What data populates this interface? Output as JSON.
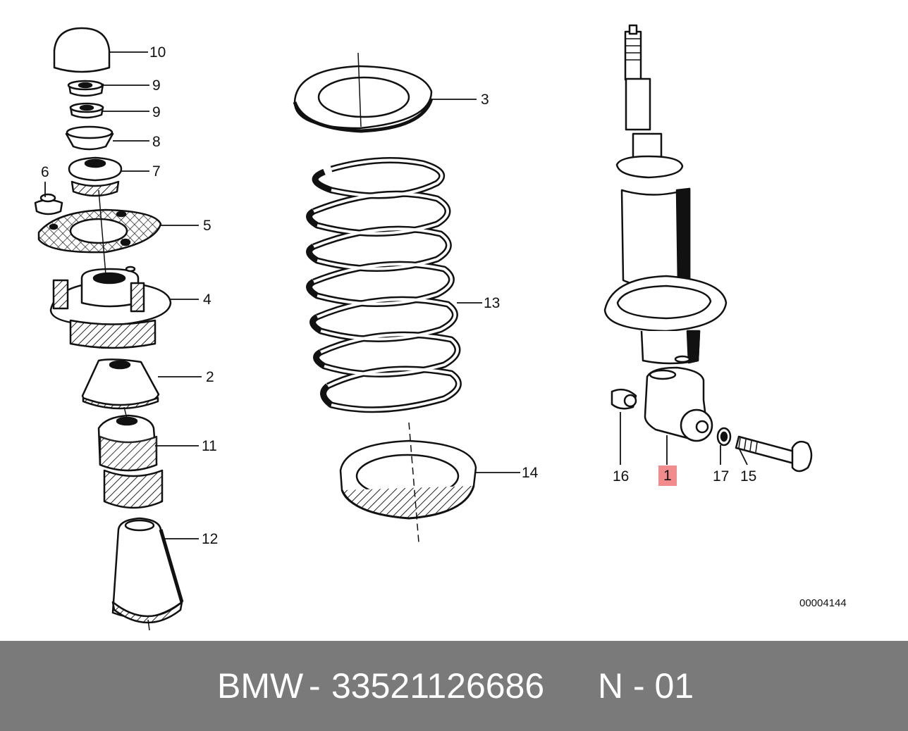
{
  "diagram": {
    "reference_code": "00004144",
    "callouts": [
      {
        "id": "10",
        "label": "10"
      },
      {
        "id": "9a",
        "label": "9"
      },
      {
        "id": "9b",
        "label": "9"
      },
      {
        "id": "8",
        "label": "8"
      },
      {
        "id": "6",
        "label": "6"
      },
      {
        "id": "7",
        "label": "7"
      },
      {
        "id": "5",
        "label": "5"
      },
      {
        "id": "4",
        "label": "4"
      },
      {
        "id": "2",
        "label": "2"
      },
      {
        "id": "11",
        "label": "11"
      },
      {
        "id": "12",
        "label": "12"
      },
      {
        "id": "3",
        "label": "3"
      },
      {
        "id": "13",
        "label": "13"
      },
      {
        "id": "14",
        "label": "14"
      },
      {
        "id": "16",
        "label": "16"
      },
      {
        "id": "1",
        "label": "1",
        "highlighted": true
      },
      {
        "id": "17",
        "label": "17"
      },
      {
        "id": "15",
        "label": "15"
      }
    ],
    "highlight_color": "#f28b8b"
  },
  "footer": {
    "brand": "BMW",
    "separator": "-",
    "part_number": "33521126686",
    "code": "N - 01",
    "background": "#7a7a7a"
  }
}
